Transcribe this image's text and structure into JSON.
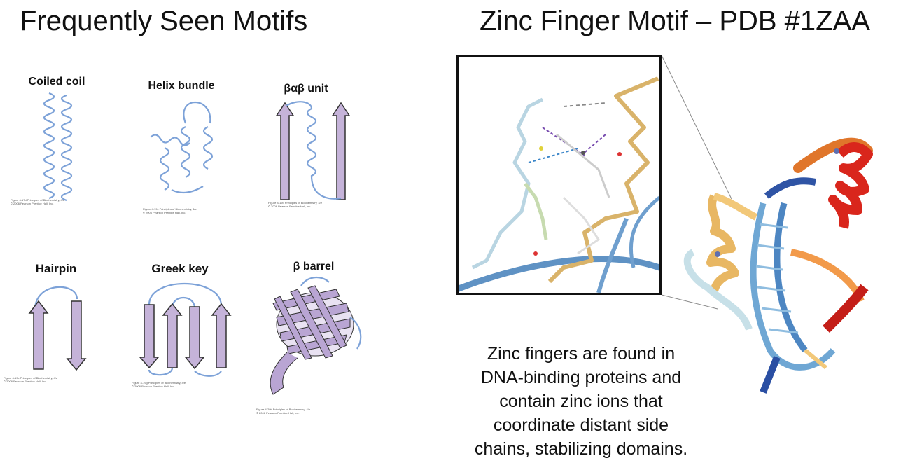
{
  "left_title": "Frequently Seen Motifs",
  "right_title": "Zinc Finger Motif – PDB #1ZAA",
  "motifs": {
    "coiled_coil": {
      "label": "Coiled coil",
      "caption": [
        "Figure 4-17d  Principles of Biochemistry, 4/e",
        "© 2006 Pearson Prentice Hall, Inc."
      ]
    },
    "helix_bundle": {
      "label": "Helix bundle",
      "caption": [
        "Figure 4-19c  Principles of Biochemistry, 4/e",
        "© 2006 Pearson Prentice Hall, Inc."
      ]
    },
    "bab_unit": {
      "label": "βαβ unit",
      "caption": [
        "Figure 4-19d  Principles of Biochemistry, 4/e",
        "© 2006 Pearson Prentice Hall, Inc."
      ]
    },
    "hairpin": {
      "label": "Hairpin",
      "caption": [
        "Figure 4-19e  Principles of Biochemistry, 4/e",
        "© 2006 Pearson Prentice Hall, Inc."
      ]
    },
    "greek_key": {
      "label": "Greek key",
      "caption": [
        "Figure 4-19g  Principles of Biochemistry, 4/e",
        "© 2006 Pearson Prentice Hall, Inc."
      ]
    },
    "beta_barrel": {
      "label": "β barrel",
      "caption": [
        "Figure 4-20b  Principles of Biochemistry, 4/e",
        "© 2006 Pearson Prentice Hall, Inc."
      ]
    }
  },
  "description": [
    "Zinc fingers are found in",
    "DNA-binding proteins and",
    "contain zinc ions that",
    "coordinate distant side",
    "chains, stabilizing domains."
  ],
  "colors": {
    "helix": "#7da2d8",
    "strand_fill": "#c5b3d9",
    "strand_stroke": "#333333"
  }
}
